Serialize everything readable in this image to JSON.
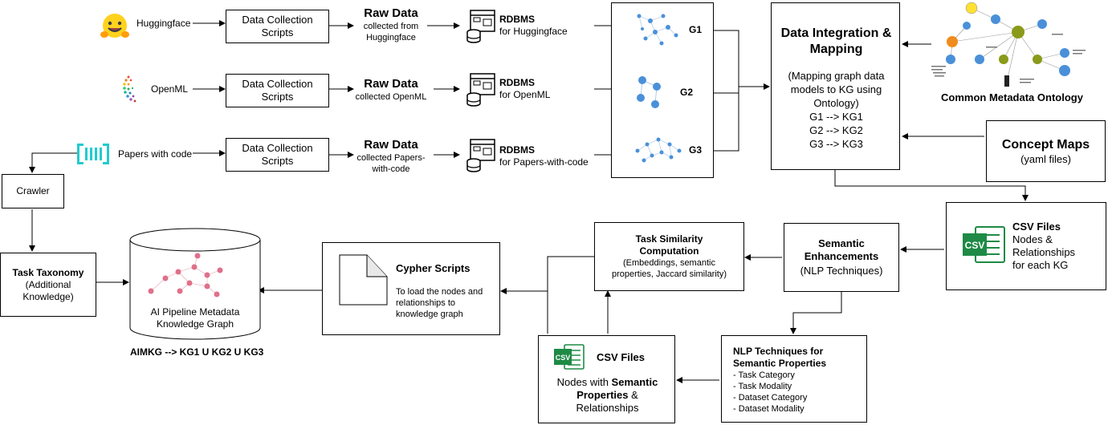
{
  "sources": [
    {
      "name": "Huggingface",
      "icon": "huggingface-icon"
    },
    {
      "name": "OpenML",
      "icon": "openml-icon"
    },
    {
      "name": "Papers with code",
      "icon": "papers-with-code-icon"
    }
  ],
  "scripts_label": [
    "Data Collection",
    "Scripts"
  ],
  "raw": [
    {
      "title": "Raw Data",
      "sub": [
        "collected from",
        "Huggingface"
      ]
    },
    {
      "title": "Raw Data",
      "sub": [
        "collected OpenML"
      ]
    },
    {
      "title": "Raw Data",
      "sub": [
        "collected Papers-",
        "with-code"
      ]
    }
  ],
  "rdbms": [
    {
      "title": "RDBMS",
      "sub": "for Huggingface"
    },
    {
      "title": "RDBMS",
      "sub": "for OpenML"
    },
    {
      "title": "RDBMS",
      "sub": "for Papers-with-code"
    }
  ],
  "graphs": [
    "G1",
    "G2",
    "G3"
  ],
  "integration": {
    "title": "Data Integration & Mapping",
    "lines": [
      "(Mapping graph data",
      "models to KG using",
      "Ontology)",
      "G1 --> KG1",
      "G2 --> KG2",
      "G3 --> KG3"
    ]
  },
  "ontology_label": "Common Metadata Ontology",
  "concept_maps": {
    "title": "Concept Maps",
    "sub": "(yaml files)"
  },
  "csv_files": {
    "title": "CSV Files",
    "lines": [
      "Nodes &",
      "Relationships",
      "for each KG"
    ],
    "icon_text": "CSV"
  },
  "semantic": {
    "title": "Semantic",
    "title2": "Enhancements",
    "sub": "(NLP Techniques)"
  },
  "similarity": {
    "title": "Task Similarity",
    "title2": "Computation",
    "lines": [
      "(Embeddings, semantic",
      "properties, Jaccard similarity)"
    ]
  },
  "cypher": {
    "title": "Cypher Scripts",
    "lines": [
      "To load the nodes and",
      "relationships to",
      "knowledge graph"
    ]
  },
  "kg": {
    "lines": [
      "AI Pipeline Metadata",
      "Knowledge Graph"
    ],
    "caption": "AIMKG --> KG1 U KG2 U KG3"
  },
  "crawler": "Crawler",
  "taxonomy": {
    "title": "Task Taxonomy",
    "lines": [
      "(Additional",
      "Knowledge)"
    ]
  },
  "csv_semantic": {
    "title": "CSV Files",
    "line1": "Nodes with ",
    "bold1": "Semantic",
    "bold2": "Properties",
    "line2": " &",
    "line3": "Relationships",
    "icon_text": "CSV"
  },
  "nlp": {
    "title": "NLP Techniques for",
    "title2": "Semantic Properties",
    "items": [
      "- Task Category",
      "- Task Modality",
      "- Dataset Category",
      "- Dataset Modality"
    ]
  },
  "colors": {
    "graph_node": "#4a90d9",
    "kg_node": "#e0708a",
    "csv_green": "#1e8a45"
  }
}
